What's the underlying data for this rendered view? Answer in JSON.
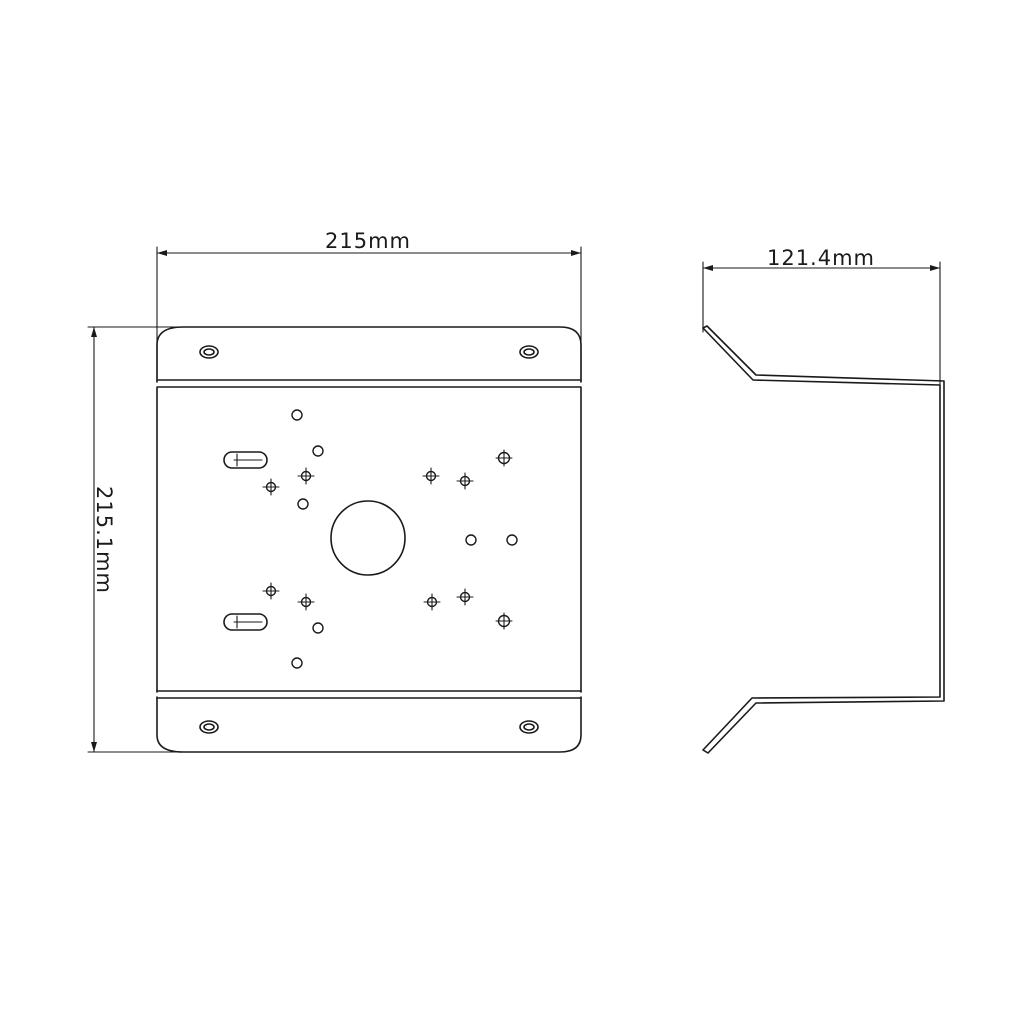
{
  "dimensions": {
    "plate_width": "215mm",
    "plate_height": "215.1mm",
    "bracket_depth": "121.4mm"
  },
  "colors": {
    "line": "#1a1a1a",
    "background": "#ffffff"
  }
}
